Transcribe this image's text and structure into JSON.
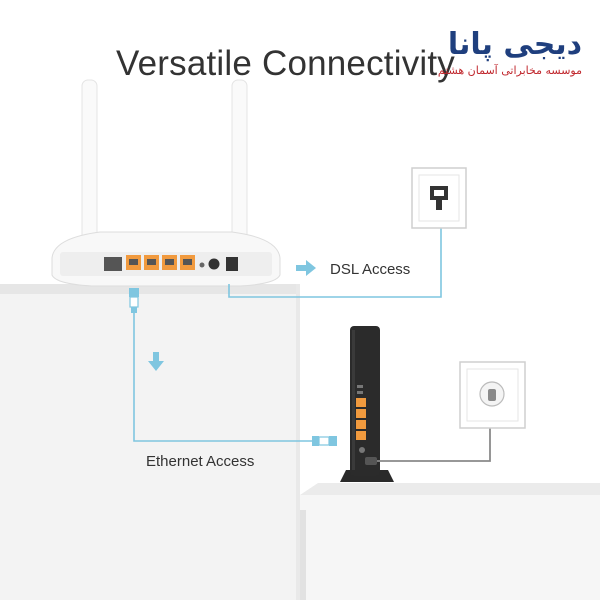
{
  "header": {
    "title": "Versatile Connectivity"
  },
  "brand": {
    "name": "دیجی پانا",
    "tagline": "موسسه مخابراتی آسمان هشتم"
  },
  "labels": {
    "dsl": "DSL Access",
    "ethernet": "Ethernet Access"
  },
  "colors": {
    "cable": "#7fc6e0",
    "port": "#f19a3e",
    "brand_blue": "#1f3f7e",
    "brand_red": "#c0272d",
    "text": "#333333",
    "furniture": "#eeeeee"
  }
}
